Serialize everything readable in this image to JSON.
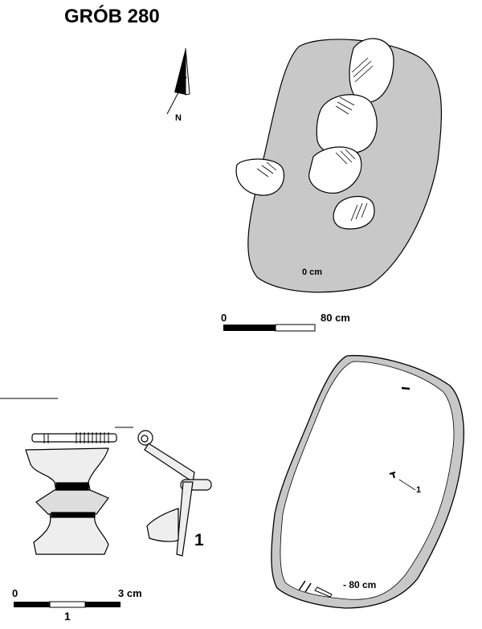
{
  "title": "GRÓB 280",
  "north_label": "N",
  "upper_plan": {
    "depth_label": "0 cm"
  },
  "upper_scale": {
    "start_label": "0",
    "end_label": "80 cm"
  },
  "lower_plan": {
    "depth_label": "- 80 cm",
    "find_label": "1"
  },
  "artifact": {
    "number_label": "1"
  },
  "artifact_scale": {
    "start_label": "0",
    "end_label": "3 cm",
    "caption": "1"
  },
  "colors": {
    "fill": "#c8c8c8",
    "ink": "#000000"
  }
}
